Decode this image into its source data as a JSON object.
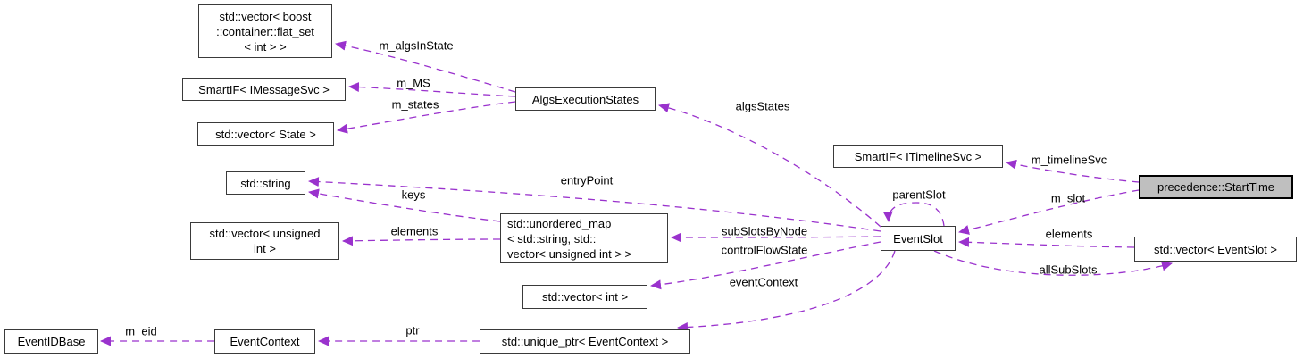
{
  "diagram": {
    "type": "collaboration-graph",
    "highlighted_node": "precedence::StartTime"
  },
  "colors": {
    "edge": "#9a32cd",
    "node_border": "#3a3a3a",
    "node_fill": "#ffffff",
    "highlight_fill": "#bfbfbf",
    "label_text": "#000000"
  },
  "nodes": [
    {
      "id": "vector-flat-set",
      "label": "std::vector< boost\n::container::flat_set\n< int > >"
    },
    {
      "id": "smartif-imessagesvc",
      "label": "SmartIF< IMessageSvc >"
    },
    {
      "id": "vector-state",
      "label": "std::vector< State >"
    },
    {
      "id": "std-string",
      "label": "std::string"
    },
    {
      "id": "vector-unsigned-int",
      "label": "std::vector< unsigned\nint >"
    },
    {
      "id": "algs-execution-states",
      "label": "AlgsExecutionStates"
    },
    {
      "id": "unordered-map",
      "label": "std::unordered_map\n< std::string, std::\nvector< unsigned int > >"
    },
    {
      "id": "vector-int",
      "label": "std::vector< int >"
    },
    {
      "id": "unique-ptr-eventcontext",
      "label": "std::unique_ptr< EventContext >"
    },
    {
      "id": "eventcontext",
      "label": "EventContext"
    },
    {
      "id": "eventidbase",
      "label": "EventIDBase"
    },
    {
      "id": "eventslot",
      "label": "EventSlot"
    },
    {
      "id": "smartif-itimelinesvc",
      "label": "SmartIF< ITimelineSvc >"
    },
    {
      "id": "precedence-starttime",
      "label": "precedence::StartTime"
    },
    {
      "id": "vector-eventslot",
      "label": "std::vector< EventSlot >"
    }
  ],
  "edges": [
    {
      "label": "m_algsInState",
      "from": "algs-execution-states",
      "to": "vector-flat-set"
    },
    {
      "label": "m_MS",
      "from": "algs-execution-states",
      "to": "smartif-imessagesvc"
    },
    {
      "label": "m_states",
      "from": "algs-execution-states",
      "to": "vector-state"
    },
    {
      "label": "algsStates",
      "from": "eventslot",
      "to": "algs-execution-states"
    },
    {
      "label": "entryPoint",
      "from": "eventslot",
      "to": "std-string"
    },
    {
      "label": "keys",
      "from": "unordered-map",
      "to": "std-string"
    },
    {
      "label": "elements",
      "from": "unordered-map",
      "to": "vector-unsigned-int"
    },
    {
      "label": "subSlotsByNode",
      "from": "eventslot",
      "to": "unordered-map"
    },
    {
      "label": "controlFlowState",
      "from": "eventslot",
      "to": "vector-int"
    },
    {
      "label": "eventContext",
      "from": "eventslot",
      "to": "unique-ptr-eventcontext"
    },
    {
      "label": "parentSlot",
      "from": "eventslot",
      "to": "eventslot"
    },
    {
      "label": "m_timelineSvc",
      "from": "precedence-starttime",
      "to": "smartif-itimelinesvc"
    },
    {
      "label": "m_slot",
      "from": "precedence-starttime",
      "to": "eventslot"
    },
    {
      "label": "elements",
      "from": "vector-eventslot",
      "to": "eventslot"
    },
    {
      "label": "allSubSlots",
      "from": "eventslot",
      "to": "vector-eventslot"
    },
    {
      "label": "m_eid",
      "from": "eventcontext",
      "to": "eventidbase"
    },
    {
      "label": "ptr",
      "from": "unique-ptr-eventcontext",
      "to": "eventcontext"
    }
  ]
}
